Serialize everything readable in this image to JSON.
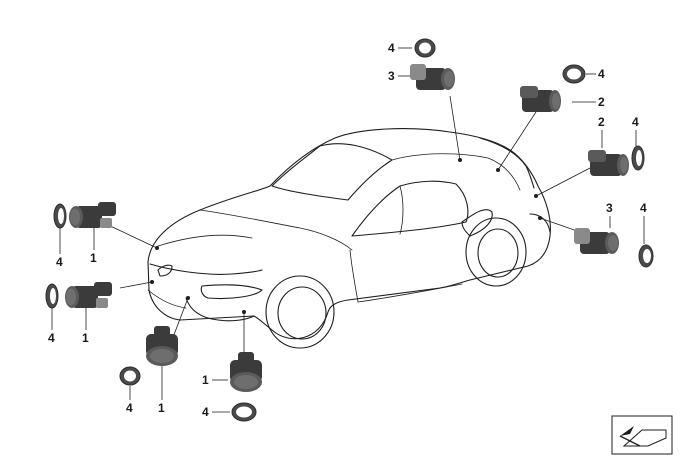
{
  "diagram": {
    "callouts": {
      "c4_top": "4",
      "c3_top": "3",
      "c4_topright": "4",
      "c2_topright": "2",
      "c2_right": "2",
      "c4_right": "4",
      "c3_rightlow": "3",
      "c4_rightlow": "4",
      "c4_leftup": "4",
      "c1_leftup": "1",
      "c4_leftdown": "4",
      "c1_leftdown": "1",
      "c4_frontleft": "4",
      "c1_frontleft": "1",
      "c1_frontcenter": "1",
      "c4_frontcenter": "4"
    },
    "icons": {
      "sensor": "parking-sensor-icon",
      "ring": "mounting-ring-icon",
      "corner_symbol": "viewing-direction-icon"
    },
    "colors": {
      "line": "#1e1e1e",
      "sensor_body": "#3b3b3b",
      "background": "#ffffff"
    }
  }
}
